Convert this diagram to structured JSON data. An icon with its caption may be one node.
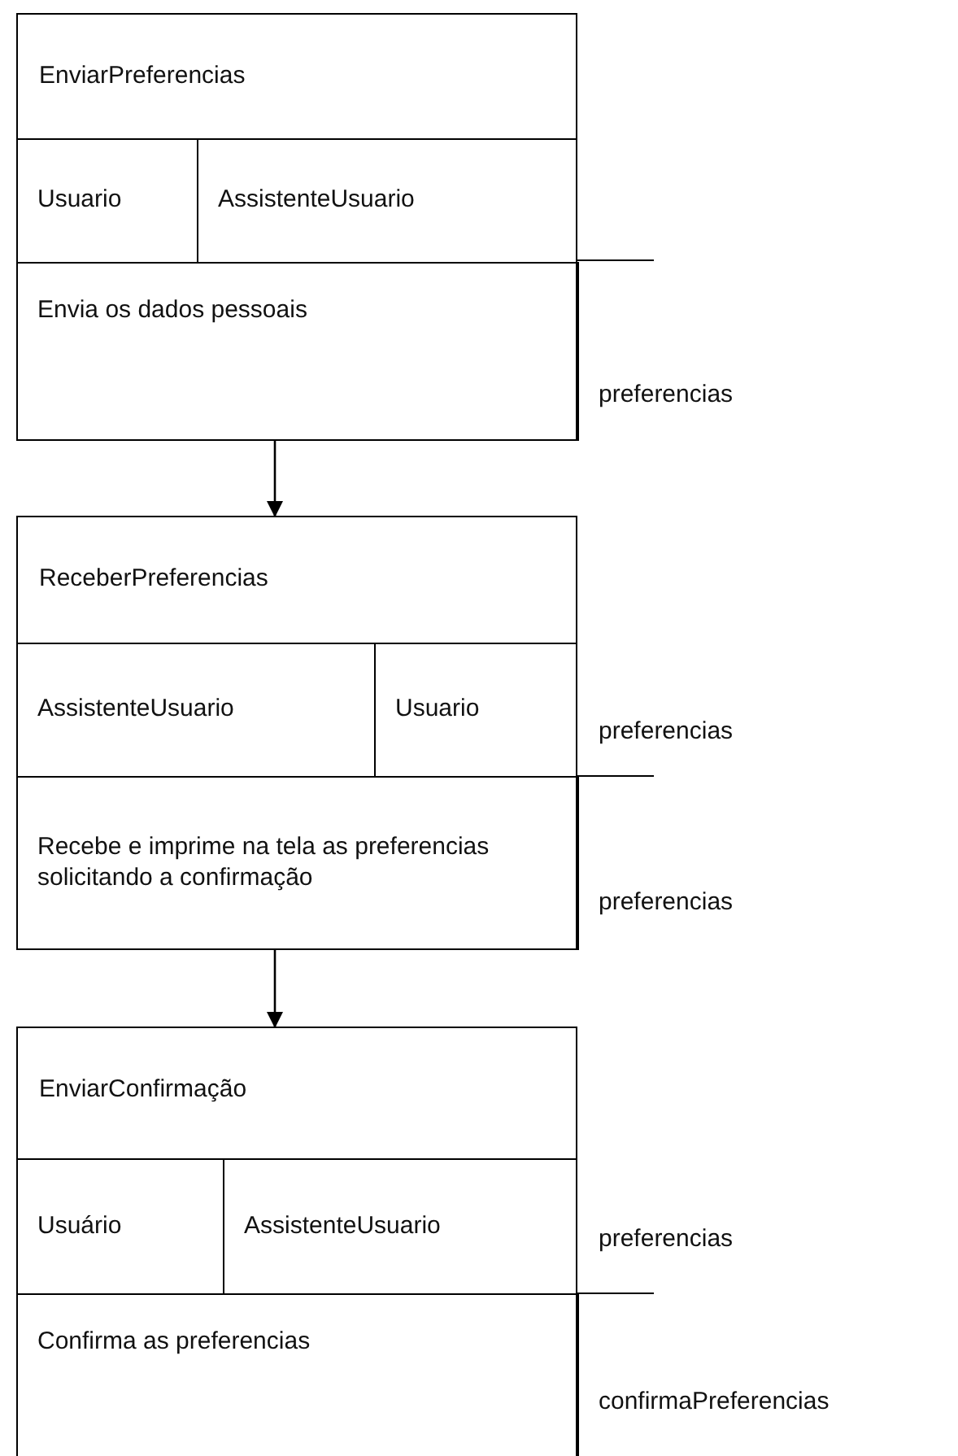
{
  "diagram": {
    "nodes": [
      {
        "text": [
          "EnviarPreferencias"
        ]
      },
      {
        "text": [
          "Usuario"
        ],
        "in": 0
      },
      {
        "text": [
          "AssistenteUsuario"
        ],
        "in": 0
      },
      {
        "text": [
          "Envia os dados pessoais"
        ],
        "in": 0
      },
      {
        "text": [
          "ReceberPreferencias"
        ]
      },
      {
        "text": [
          "AssistenteUsuario"
        ],
        "in": 4
      },
      {
        "text": [
          "Usuario"
        ],
        "in": 4
      },
      {
        "text": [
          "Recebe e imprime na tela as preferencias solicitando a confirmação"
        ],
        "in": 4
      },
      {
        "text": [
          "EnviarConfirmação"
        ]
      },
      {
        "text": [
          "Usuário"
        ],
        "in": 8
      },
      {
        "text": [
          "AssistenteUsuario"
        ],
        "in": 8
      },
      {
        "text": [
          "Confirma as preferencias"
        ],
        "in": 8
      }
    ],
    "edges": [
      {
        "from": 0,
        "to": 4,
        "arrow": "to"
      },
      {
        "from": 4,
        "to": 8,
        "arrow": "to"
      }
    ],
    "labels": [
      "preferencias",
      "preferencias",
      "preferencias",
      "preferencias",
      "confirmaPreferencias"
    ]
  }
}
